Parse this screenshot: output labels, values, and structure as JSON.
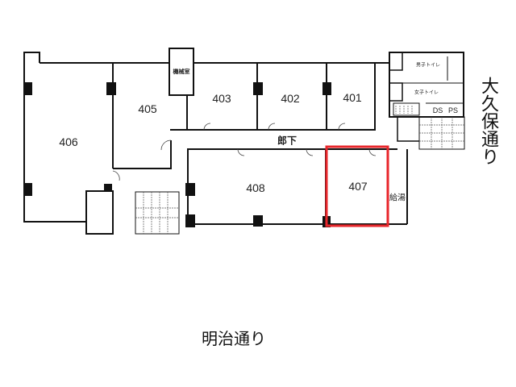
{
  "rooms": {
    "r406": "406",
    "r405": "405",
    "r403": "403",
    "r402": "402",
    "r401": "401",
    "r408": "408",
    "r407": "407"
  },
  "labels": {
    "machine_room": "機械室",
    "corridor": "郎下",
    "kitchenette": "給湯",
    "mens_toilet": "男子トイレ",
    "womens_toilet": "女子トイレ",
    "ds": "DS",
    "ps": "PS"
  },
  "streets": {
    "east": "大久保通り",
    "south": "明治通り"
  },
  "highlight": {
    "room": "407",
    "color": "#e8262b"
  }
}
